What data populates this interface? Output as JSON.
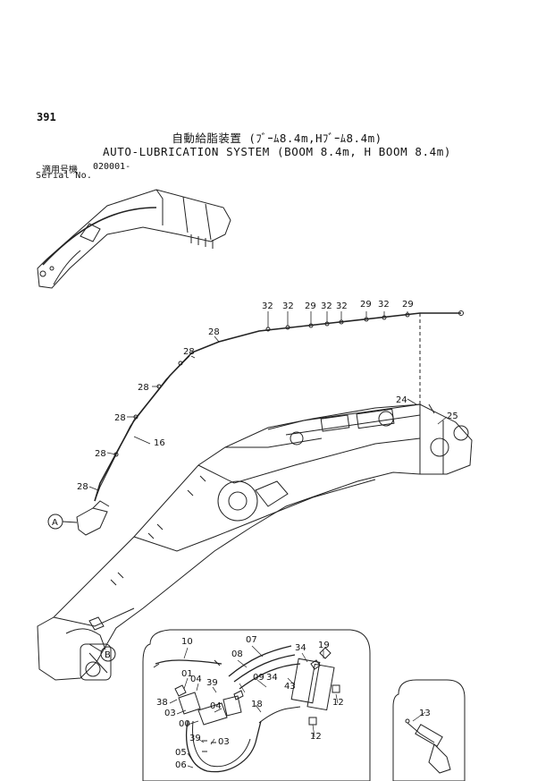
{
  "page_number": "391",
  "title_jp": "自動給脂装置 (ﾌﾞｰﾑ8.4m,Hﾌﾞｰﾑ8.4m)",
  "title_en": "AUTO-LUBRICATION SYSTEM (BOOM 8.4m, H BOOM 8.4m)",
  "serial": {
    "label_jp": "適用号機",
    "label_en": "Serial No.",
    "value": "020001-"
  },
  "callouts": {
    "main": [
      "32",
      "32",
      "29",
      "32",
      "32",
      "29",
      "32",
      "29",
      "28",
      "28",
      "28",
      "28",
      "16",
      "28",
      "28",
      "24",
      "25"
    ],
    "detail_a": [
      "A"
    ],
    "detail_b": [
      "B"
    ],
    "inset_b": [
      "10",
      "07",
      "08",
      "34",
      "19",
      "01",
      "04",
      "39",
      "09",
      "34",
      "43",
      "38",
      "04",
      "18",
      "03",
      "00",
      "12",
      "39",
      "03",
      "05",
      "06",
      "12"
    ],
    "inset_side": [
      "13"
    ]
  }
}
